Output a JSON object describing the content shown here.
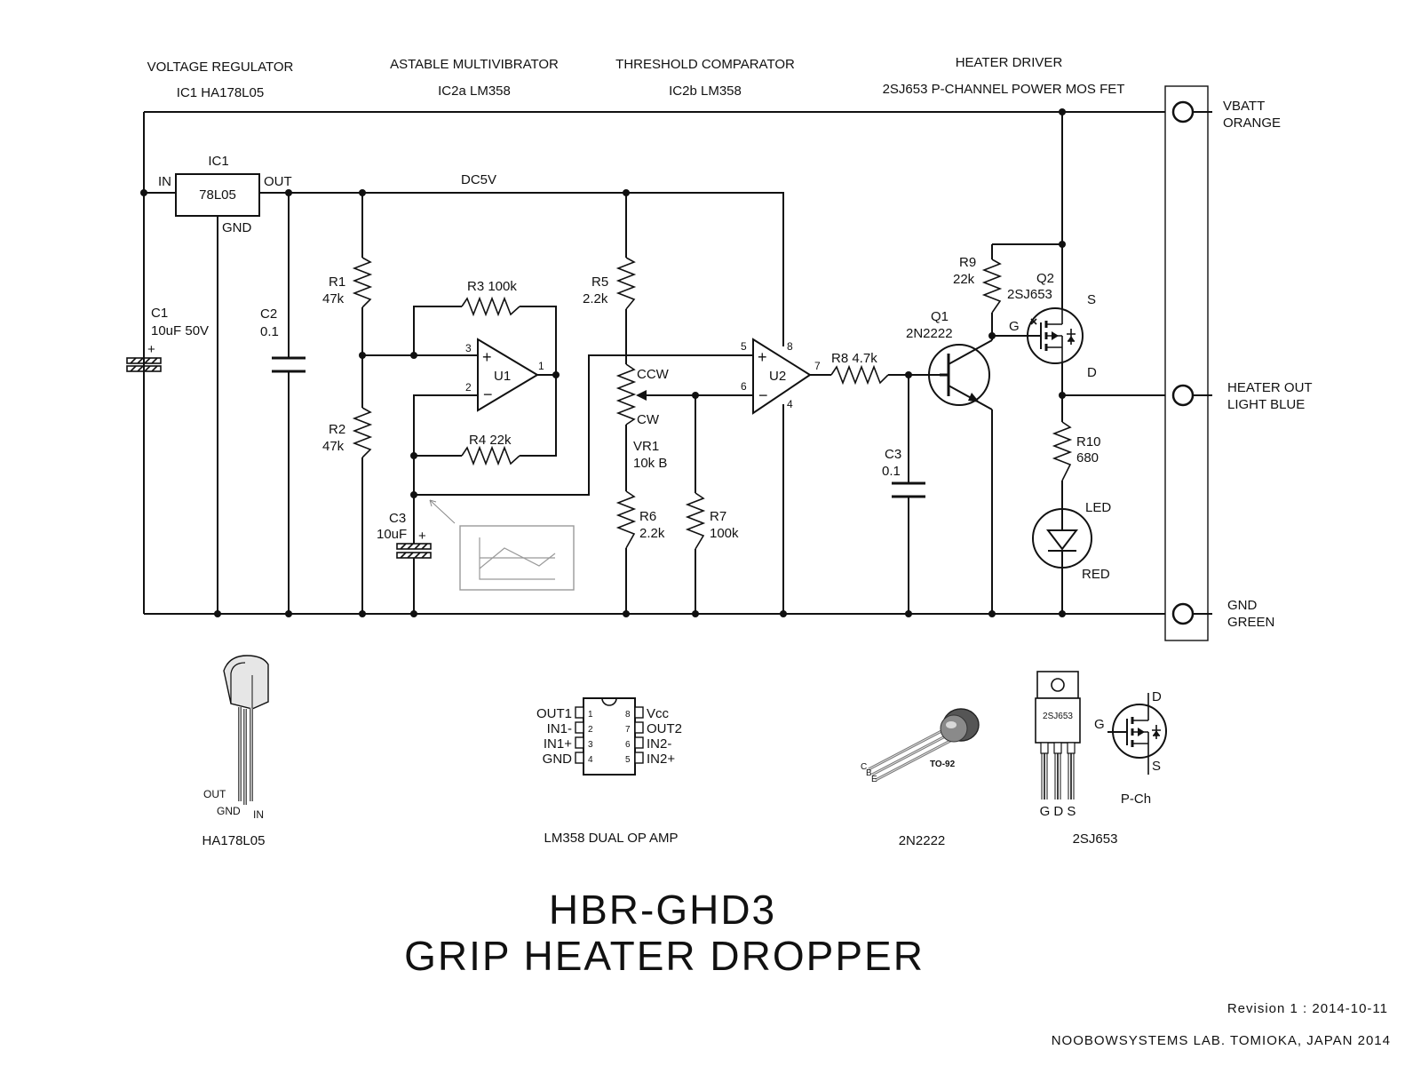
{
  "sections": {
    "regulator": {
      "title": "VOLTAGE REGULATOR",
      "sub": "IC1 HA178L05"
    },
    "multivibrator": {
      "title": "ASTABLE MULTIVIBRATOR",
      "sub": "IC2a LM358"
    },
    "comparator": {
      "title": "THRESHOLD COMPARATOR",
      "sub": "IC2b LM358"
    },
    "driver": {
      "title": "HEATER DRIVER",
      "sub": "2SJ653 P-CHANNEL POWER MOS FET"
    }
  },
  "nets": {
    "dc5v": "DC5V"
  },
  "terminals": {
    "vbatt": {
      "name": "VBATT",
      "color": "ORANGE"
    },
    "heater_out": {
      "name": "HEATER OUT",
      "color": "LIGHT BLUE"
    },
    "gnd": {
      "name": "GND",
      "color": "GREEN"
    }
  },
  "components": {
    "ic1": {
      "ref": "IC1",
      "part": "78L05",
      "in": "IN",
      "out": "OUT",
      "gnd": "GND"
    },
    "c1": {
      "ref": "C1",
      "value": "10uF 50V",
      "pol": "+"
    },
    "c2": {
      "ref": "C2",
      "value": "0.1"
    },
    "r1": {
      "ref": "R1",
      "value": "47k"
    },
    "r2": {
      "ref": "R2",
      "value": "47k"
    },
    "r3": {
      "label": "R3 100k"
    },
    "r4": {
      "label": "R4 22k"
    },
    "c3a": {
      "ref": "C3",
      "value": "10uF",
      "pol": "+"
    },
    "u1": {
      "ref": "U1",
      "pin1": "1",
      "pin2": "2",
      "pin3": "3",
      "plus": "+",
      "minus": "−"
    },
    "r5": {
      "ref": "R5",
      "value": "2.2k"
    },
    "vr1": {
      "ref": "VR1",
      "value": "10k B",
      "ccw": "CCW",
      "cw": "CW"
    },
    "r6": {
      "ref": "R6",
      "value": "2.2k"
    },
    "r7": {
      "ref": "R7",
      "value": "100k"
    },
    "u2": {
      "ref": "U2",
      "pin4": "4",
      "pin5": "5",
      "pin6": "6",
      "pin7": "7",
      "pin8": "8",
      "plus": "+",
      "minus": "−"
    },
    "r8": {
      "label": "R8 4.7k"
    },
    "c3b": {
      "ref": "C3",
      "value": "0.1"
    },
    "q1": {
      "ref": "Q1",
      "part": "2N2222"
    },
    "r9": {
      "ref": "R9",
      "value": "22k"
    },
    "q2": {
      "ref": "Q2",
      "part": "2SJ653",
      "g": "G",
      "s": "S",
      "d": "D"
    },
    "r10": {
      "ref": "R10",
      "value": "680"
    },
    "led": {
      "ref": "LED",
      "color": "RED"
    }
  },
  "packages": {
    "ha178l05": {
      "caption": "HA178L05",
      "pins": [
        "OUT",
        "GND",
        "IN"
      ]
    },
    "lm358": {
      "caption": "LM358 DUAL OP AMP",
      "left": [
        [
          "OUT1",
          "1"
        ],
        [
          "IN1-",
          "2"
        ],
        [
          "IN1+",
          "3"
        ],
        [
          "GND",
          "4"
        ]
      ],
      "right": [
        [
          "8",
          "Vcc"
        ],
        [
          "7",
          "OUT2"
        ],
        [
          "6",
          "IN2-"
        ],
        [
          "5",
          "IN2+"
        ]
      ]
    },
    "n2n2222": {
      "caption": "2N2222",
      "pkg": "TO-92",
      "pins": [
        "C",
        "B",
        "E"
      ]
    },
    "sj653": {
      "caption": "2SJ653",
      "marking": "2SJ653",
      "pins": "G D S",
      "g": "G",
      "d": "D",
      "s": "S",
      "type": "P-Ch"
    }
  },
  "title": {
    "line1": "HBR-GHD3",
    "line2": "GRIP HEATER DROPPER"
  },
  "footer": {
    "revision": "Revision 1 : 2014-10-11",
    "credit": "NOOBOWSYSTEMS LAB. TOMIOKA, JAPAN 2014"
  }
}
